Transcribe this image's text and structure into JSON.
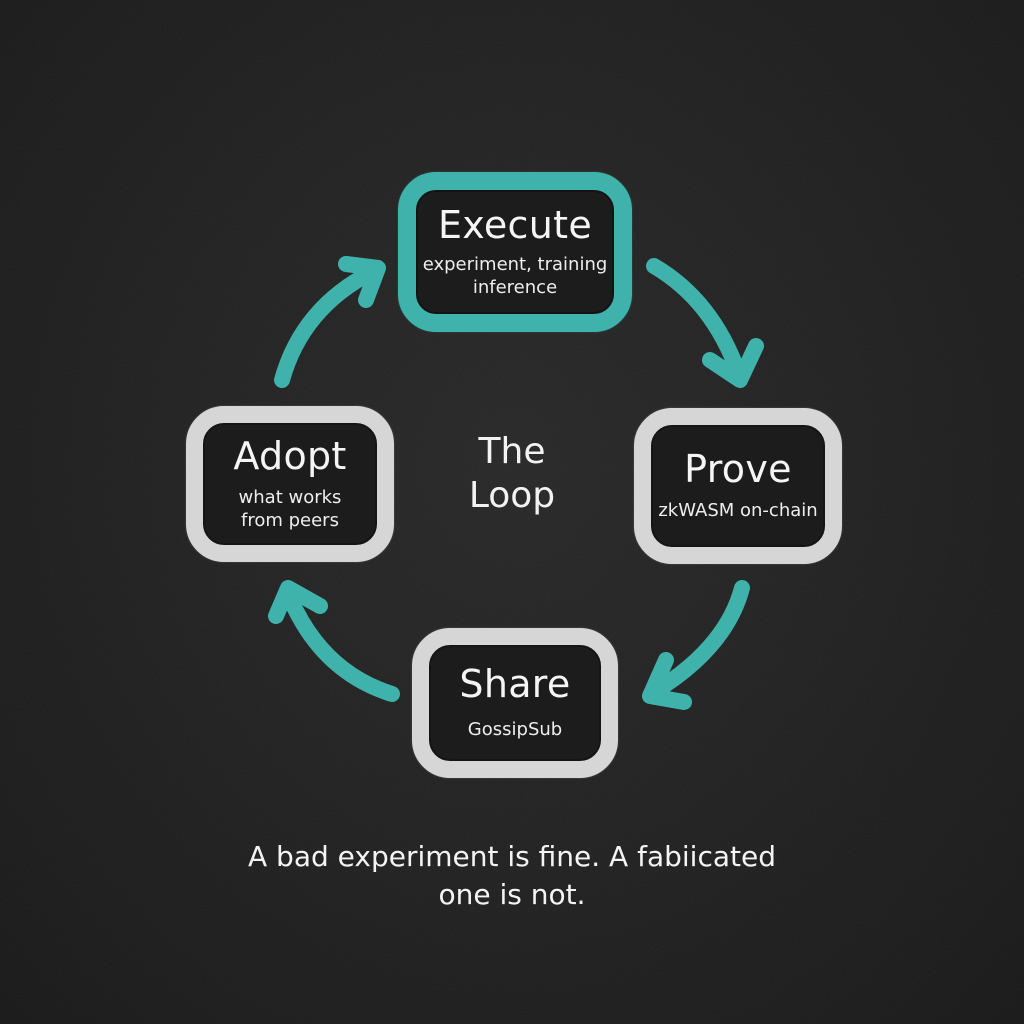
{
  "diagram": {
    "center_label": "The\nLoop",
    "center_label_lines": [
      "The",
      "Loop"
    ],
    "nodes": [
      {
        "id": "execute",
        "title": "Execute",
        "subtitle_lines": [
          "experiment, training",
          "inference"
        ],
        "border_color": "#3fb3ab"
      },
      {
        "id": "prove",
        "title": "Prove",
        "subtitle_lines": [
          "zkWASM on-chain"
        ],
        "border_color": "#d6d6d6"
      },
      {
        "id": "share",
        "title": "Share",
        "subtitle_lines": [
          "GossipSub"
        ],
        "border_color": "#d6d6d6"
      },
      {
        "id": "adopt",
        "title": "Adopt",
        "subtitle_lines": [
          "what works",
          "from peers"
        ],
        "border_color": "#d6d6d6"
      }
    ],
    "edges": [
      {
        "from": "execute",
        "to": "prove",
        "color": "#3fb3ab"
      },
      {
        "from": "prove",
        "to": "share",
        "color": "#3fb3ab"
      },
      {
        "from": "share",
        "to": "adopt",
        "color": "#3fb3ab"
      },
      {
        "from": "adopt",
        "to": "execute",
        "color": "#3fb3ab"
      }
    ],
    "caption_lines": [
      "A bad experiment is fine. A fabiicated",
      "one is not."
    ]
  },
  "colors": {
    "background": "#1c1c1c",
    "accent_teal": "#3fb3ab",
    "chalk_white": "#d6d6d6",
    "text": "#f2f2f2"
  }
}
